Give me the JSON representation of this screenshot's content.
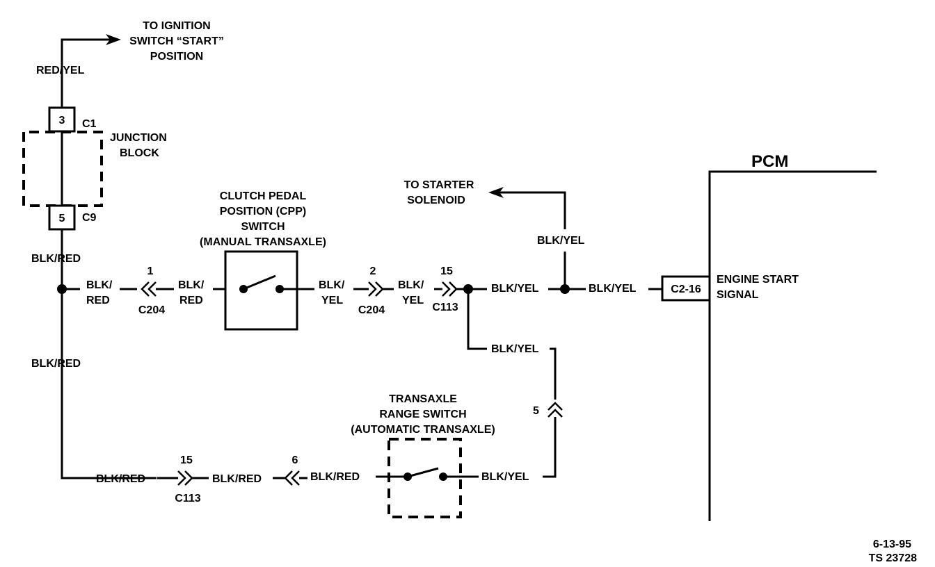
{
  "diagram": {
    "ignition_note": [
      "TO IGNITION",
      "SWITCH “START”",
      "POSITION"
    ],
    "junction_block": [
      "JUNCTION",
      "BLOCK"
    ],
    "pin_c1": "3",
    "conn_c1": "C1",
    "pin_c9": "5",
    "conn_c9": "C9",
    "wire_red_yel": "RED/YEL",
    "wire_blk_red_upper": "BLK/RED",
    "wire_blk_red_lower": "BLK/RED",
    "cpp_switch": [
      "CLUTCH PEDAL",
      "POSITION (CPP)",
      "SWITCH",
      "(MANUAL TRANSAXLE)"
    ],
    "wire_blk_red_split_1": [
      "BLK/",
      "RED"
    ],
    "wire_blk_red_split_2": [
      "BLK/",
      "RED"
    ],
    "wire_blk_yel_split_1": [
      "BLK/",
      "YEL"
    ],
    "wire_blk_yel_split_2": [
      "BLK/",
      "YEL"
    ],
    "c204_pin_1": "1",
    "c204_pin_2": "2",
    "c204_label_1": "C204",
    "c204_label_2": "C204",
    "c113_pin_15_top": "15",
    "c113_label_top": "C113",
    "starter_note": [
      "TO STARTER",
      "SOLENOID"
    ],
    "wire_blk_yel_starter": "BLK/YEL",
    "wire_blk_yel_mid1": "BLK/YEL",
    "wire_blk_yel_mid2": "BLK/YEL",
    "wire_blk_yel_branch": "BLK/YEL",
    "pcm_label": "PCM",
    "pcm_connector": "C2-16",
    "engine_start_signal": [
      "ENGINE START",
      "SIGNAL"
    ],
    "range_switch": [
      "TRANSAXLE",
      "RANGE SWITCH",
      "(AUTOMATIC TRANSAXLE)"
    ],
    "range_pin_5": "5",
    "wire_blk_red_bottom_1": "BLK/RED",
    "wire_blk_red_bottom_2": "BLK/RED",
    "wire_blk_red_bottom_3": "BLK/RED",
    "wire_blk_yel_bottom": "BLK/YEL",
    "c113_pin_15_bottom": "15",
    "c113_label_bottom": "C113",
    "bottom_pin_6": "6",
    "footer_date": "6-13-95",
    "footer_id": "TS 23728"
  }
}
